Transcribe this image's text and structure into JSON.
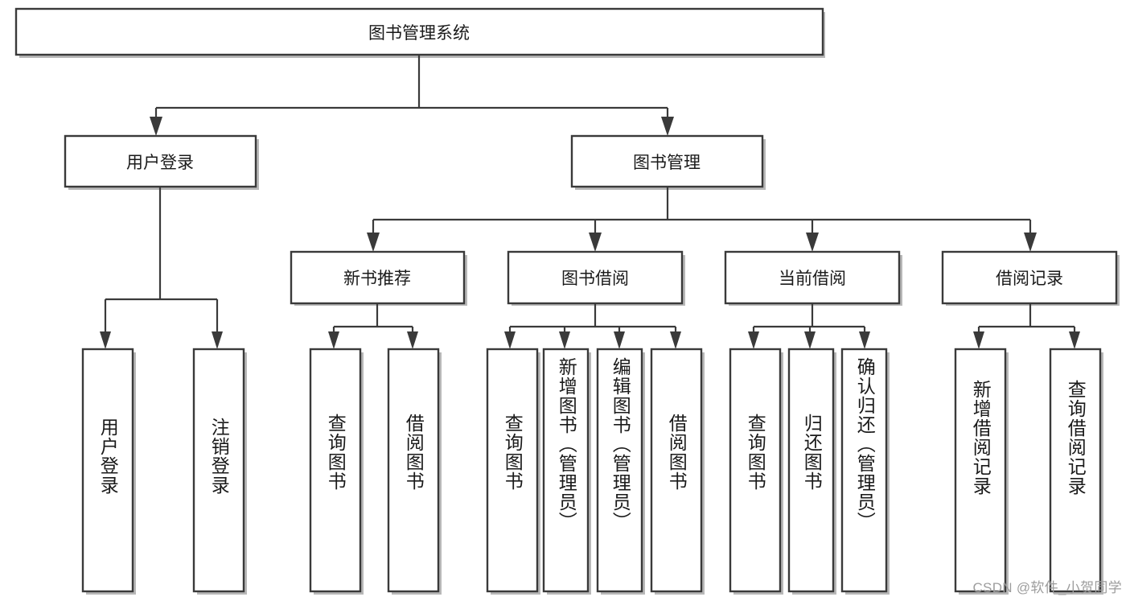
{
  "diagram": {
    "title": "图书管理系统",
    "type": "hierarchy-tree",
    "root": {
      "id": "root",
      "label": "图书管理系统"
    },
    "level2": [
      {
        "id": "user-login",
        "label": "用户登录"
      },
      {
        "id": "book-manage",
        "label": "图书管理"
      }
    ],
    "level3": [
      {
        "id": "new-book-recommend",
        "label": "新书推荐",
        "parent": "book-manage"
      },
      {
        "id": "book-borrow",
        "label": "图书借阅",
        "parent": "book-manage"
      },
      {
        "id": "current-borrow",
        "label": "当前借阅",
        "parent": "book-manage"
      },
      {
        "id": "borrow-record",
        "label": "借阅记录",
        "parent": "book-manage"
      }
    ],
    "leaves": [
      {
        "id": "leaf-user-login",
        "label": "用户登录",
        "parent": "user-login"
      },
      {
        "id": "leaf-logout-login",
        "label": "注销登录",
        "parent": "user-login"
      },
      {
        "id": "leaf-query-book-1",
        "label": "查询图书",
        "parent": "new-book-recommend"
      },
      {
        "id": "leaf-borrow-book-1",
        "label": "借阅图书",
        "parent": "new-book-recommend"
      },
      {
        "id": "leaf-query-book-2",
        "label": "查询图书",
        "parent": "book-borrow"
      },
      {
        "id": "leaf-add-book",
        "label": "新增图书（管理员）",
        "parent": "book-borrow"
      },
      {
        "id": "leaf-edit-book",
        "label": "编辑图书（管理员）",
        "parent": "book-borrow"
      },
      {
        "id": "leaf-borrow-book-2",
        "label": "借阅图书",
        "parent": "book-borrow"
      },
      {
        "id": "leaf-query-book-3",
        "label": "查询图书",
        "parent": "current-borrow"
      },
      {
        "id": "leaf-return-book",
        "label": "归还图书",
        "parent": "current-borrow"
      },
      {
        "id": "leaf-confirm-return",
        "label": "确认归还（管理员）",
        "parent": "current-borrow"
      },
      {
        "id": "leaf-add-record",
        "label": "新增借阅记录",
        "parent": "borrow-record"
      },
      {
        "id": "leaf-query-record",
        "label": "查询借阅记录",
        "parent": "borrow-record"
      }
    ],
    "colors": {
      "box_stroke": "#3a3a3a",
      "box_fill": "#ffffff",
      "edge": "#3a3a3a",
      "text": "#1a1a1a",
      "background": "#ffffff",
      "watermark": "#9d9d9d"
    }
  },
  "watermark": {
    "text": "CSDN @软件_小贺同学"
  }
}
